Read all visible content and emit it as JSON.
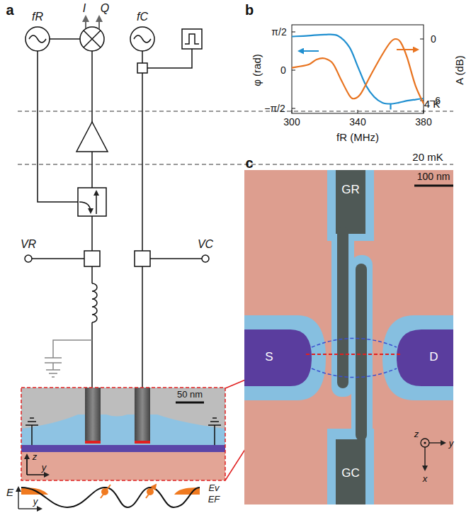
{
  "diagram": {
    "nodes": [
      {
        "text": [
          "GR"
        ]
      },
      {
        "text": [
          "S"
        ]
      },
      {
        "text": [
          "D"
        ]
      },
      {
        "text": [
          "GC"
        ]
      }
    ],
    "labels": [
      "a",
      "fR",
      "I",
      "Q",
      "fC",
      "4 K",
      "20 mK",
      "VR",
      "VC",
      "50 nm",
      "z",
      "y",
      "E",
      "y",
      "Ev",
      "EF",
      "b",
      "φ (rad)",
      "π/2",
      "0",
      "−π/2",
      "A (dB)",
      "0",
      "−6",
      "300",
      "340",
      "380",
      "fR (MHz)",
      "c",
      "100 nm",
      "z",
      "y",
      "x"
    ]
  }
}
